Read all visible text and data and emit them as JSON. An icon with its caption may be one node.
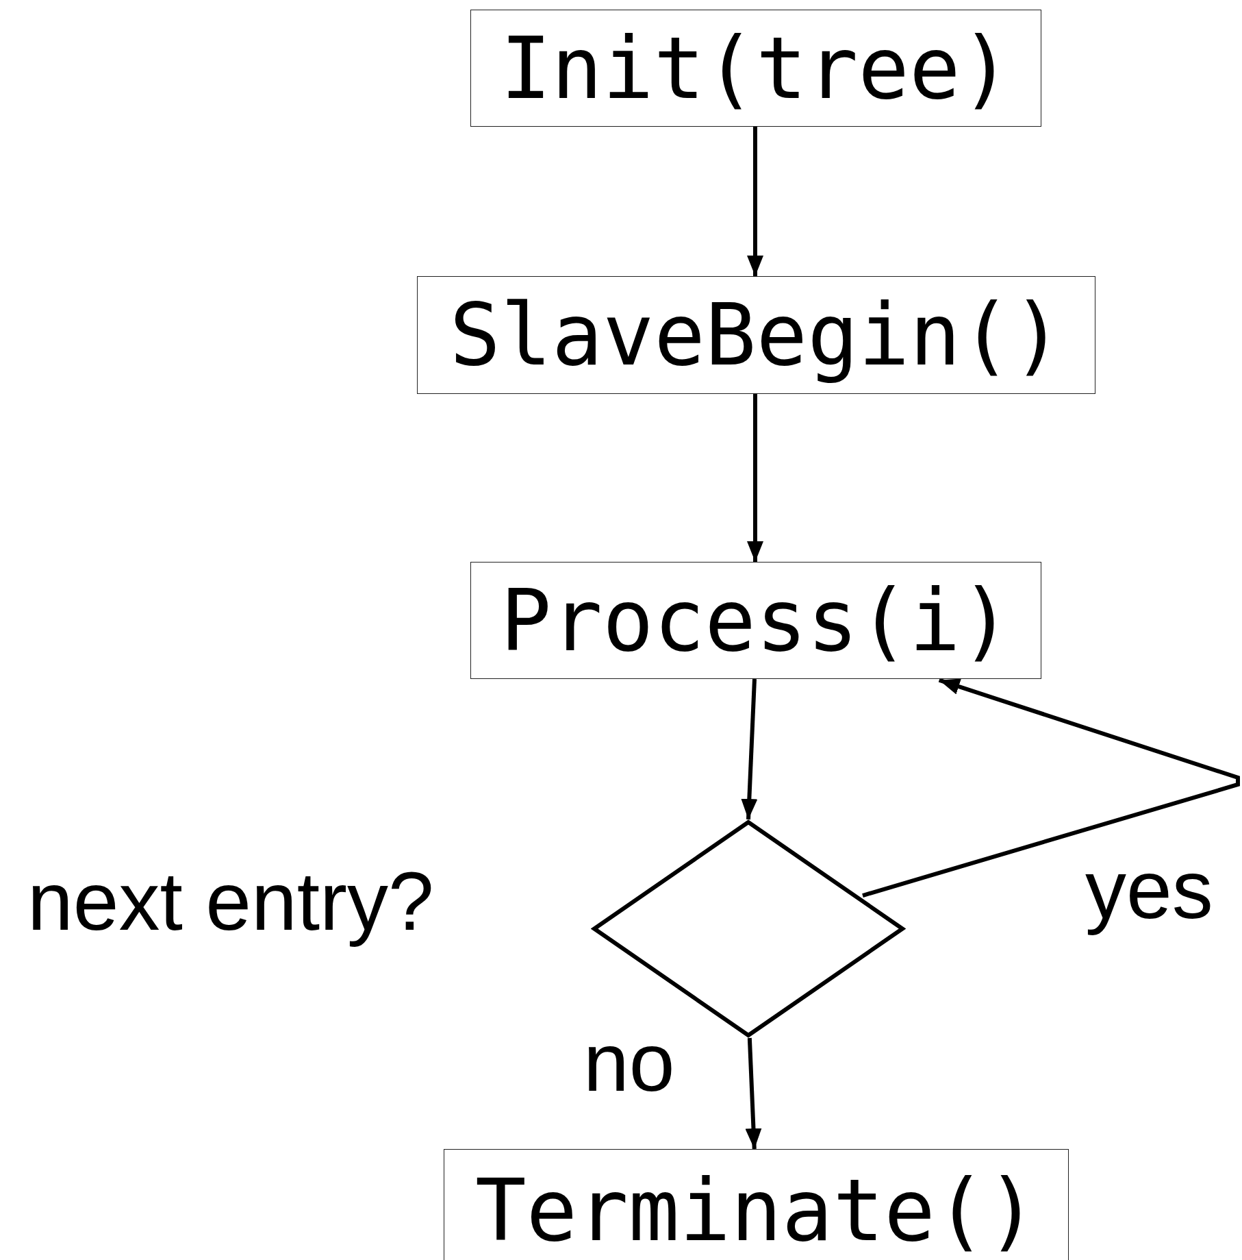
{
  "diagram": {
    "nodes": [
      {
        "text": [
          "Init(tree)"
        ]
      },
      {
        "text": [
          "SlaveBegin()"
        ]
      },
      {
        "text": [
          "Process(i)"
        ]
      },
      {
        "text": [],
        "shape": "diamond",
        "beside": [
          "next entry?"
        ]
      },
      {
        "text": [
          "Terminate()"
        ]
      }
    ],
    "edges": [
      {
        "from": 0,
        "to": 1,
        "arrow": "to"
      },
      {
        "from": 1,
        "to": 2,
        "arrow": "to"
      },
      {
        "from": 2,
        "to": 3,
        "arrow": "to"
      },
      {
        "from": 3,
        "to": 2,
        "arrow": "to",
        "label": "yes"
      },
      {
        "from": 3,
        "to": 4,
        "arrow": "to",
        "label": "no"
      }
    ]
  }
}
